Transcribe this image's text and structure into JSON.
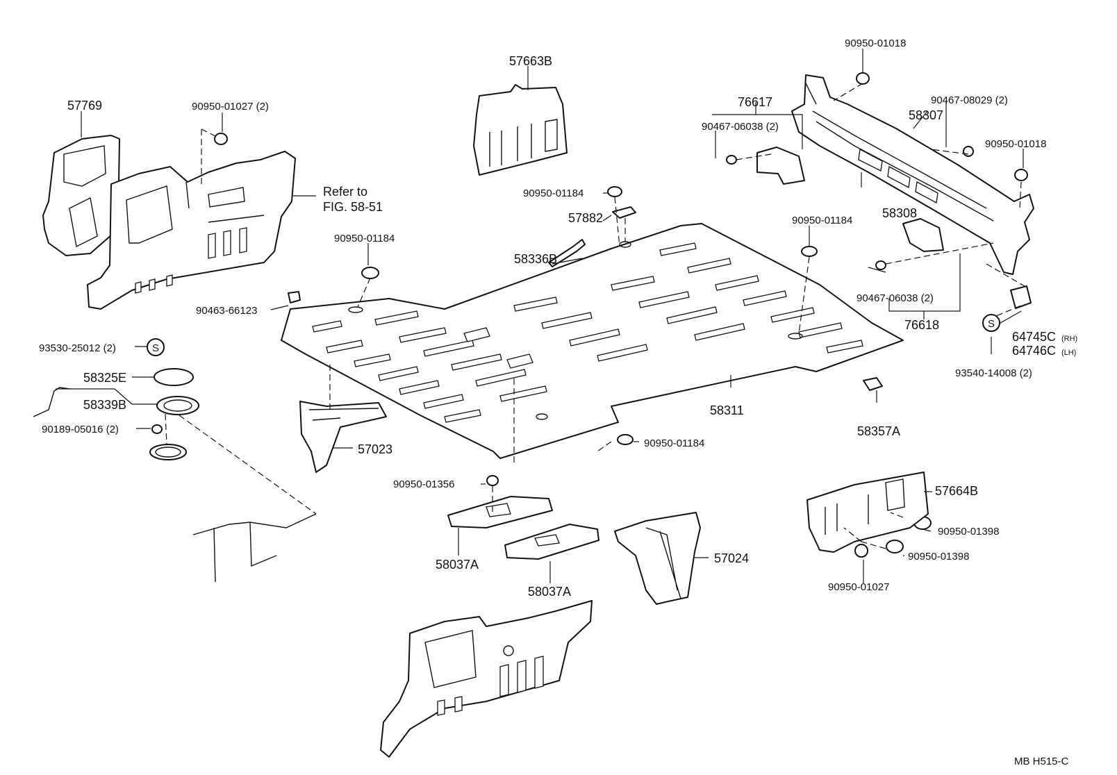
{
  "diagram": {
    "colors": {
      "ink": "#111111",
      "paper": "#ffffff"
    },
    "labels": {
      "p57769": "57769",
      "p90950_01027_2": "90950-01027 (2)",
      "refer_to_line1": "Refer to",
      "refer_to_line2": "FIG. 58-51",
      "p57663B": "57663B",
      "p90950_01018_top": "90950-01018",
      "p76617": "76617",
      "p90467_08029_2": "90467-08029 (2)",
      "p90467_06038_2_top": "90467-06038 (2)",
      "p58307": "58307",
      "p90950_01018_right": "90950-01018",
      "p90950_01184_a": "90950-01184",
      "p57882": "57882",
      "p58308": "58308",
      "p90950_01184_b": "90950-01184",
      "p58336B": "58336B",
      "p90950_01184_c": "90950-01184",
      "p90463_66123": "90463-66123",
      "p90467_06038_2_bottom": "90467-06038 (2)",
      "p76618": "76618",
      "p93530_25012_2": "93530-25012 (2)",
      "p64745C": "64745C",
      "p64745C_suffix": "(RH)",
      "p64746C": "64746C",
      "p64746C_suffix": "(LH)",
      "p58325E": "58325E",
      "p93540_14008_2": "93540-14008 (2)",
      "p58339B": "58339B",
      "p58311": "58311",
      "p90189_05016_2": "90189-05016 (2)",
      "p58357A": "58357A",
      "p57023": "57023",
      "p90950_01184_d": "90950-01184",
      "p90950_01356": "90950-01356",
      "p57664B": "57664B",
      "p90950_01398_a": "90950-01398",
      "p90950_01398_b": "90950-01398",
      "p58037A_a": "58037A",
      "p57024": "57024",
      "p58037A_b": "58037A",
      "p90950_01027": "90950-01027",
      "s_symbol_left": "S",
      "s_symbol_right": "S",
      "footer_code": "MB  H515-C"
    }
  }
}
